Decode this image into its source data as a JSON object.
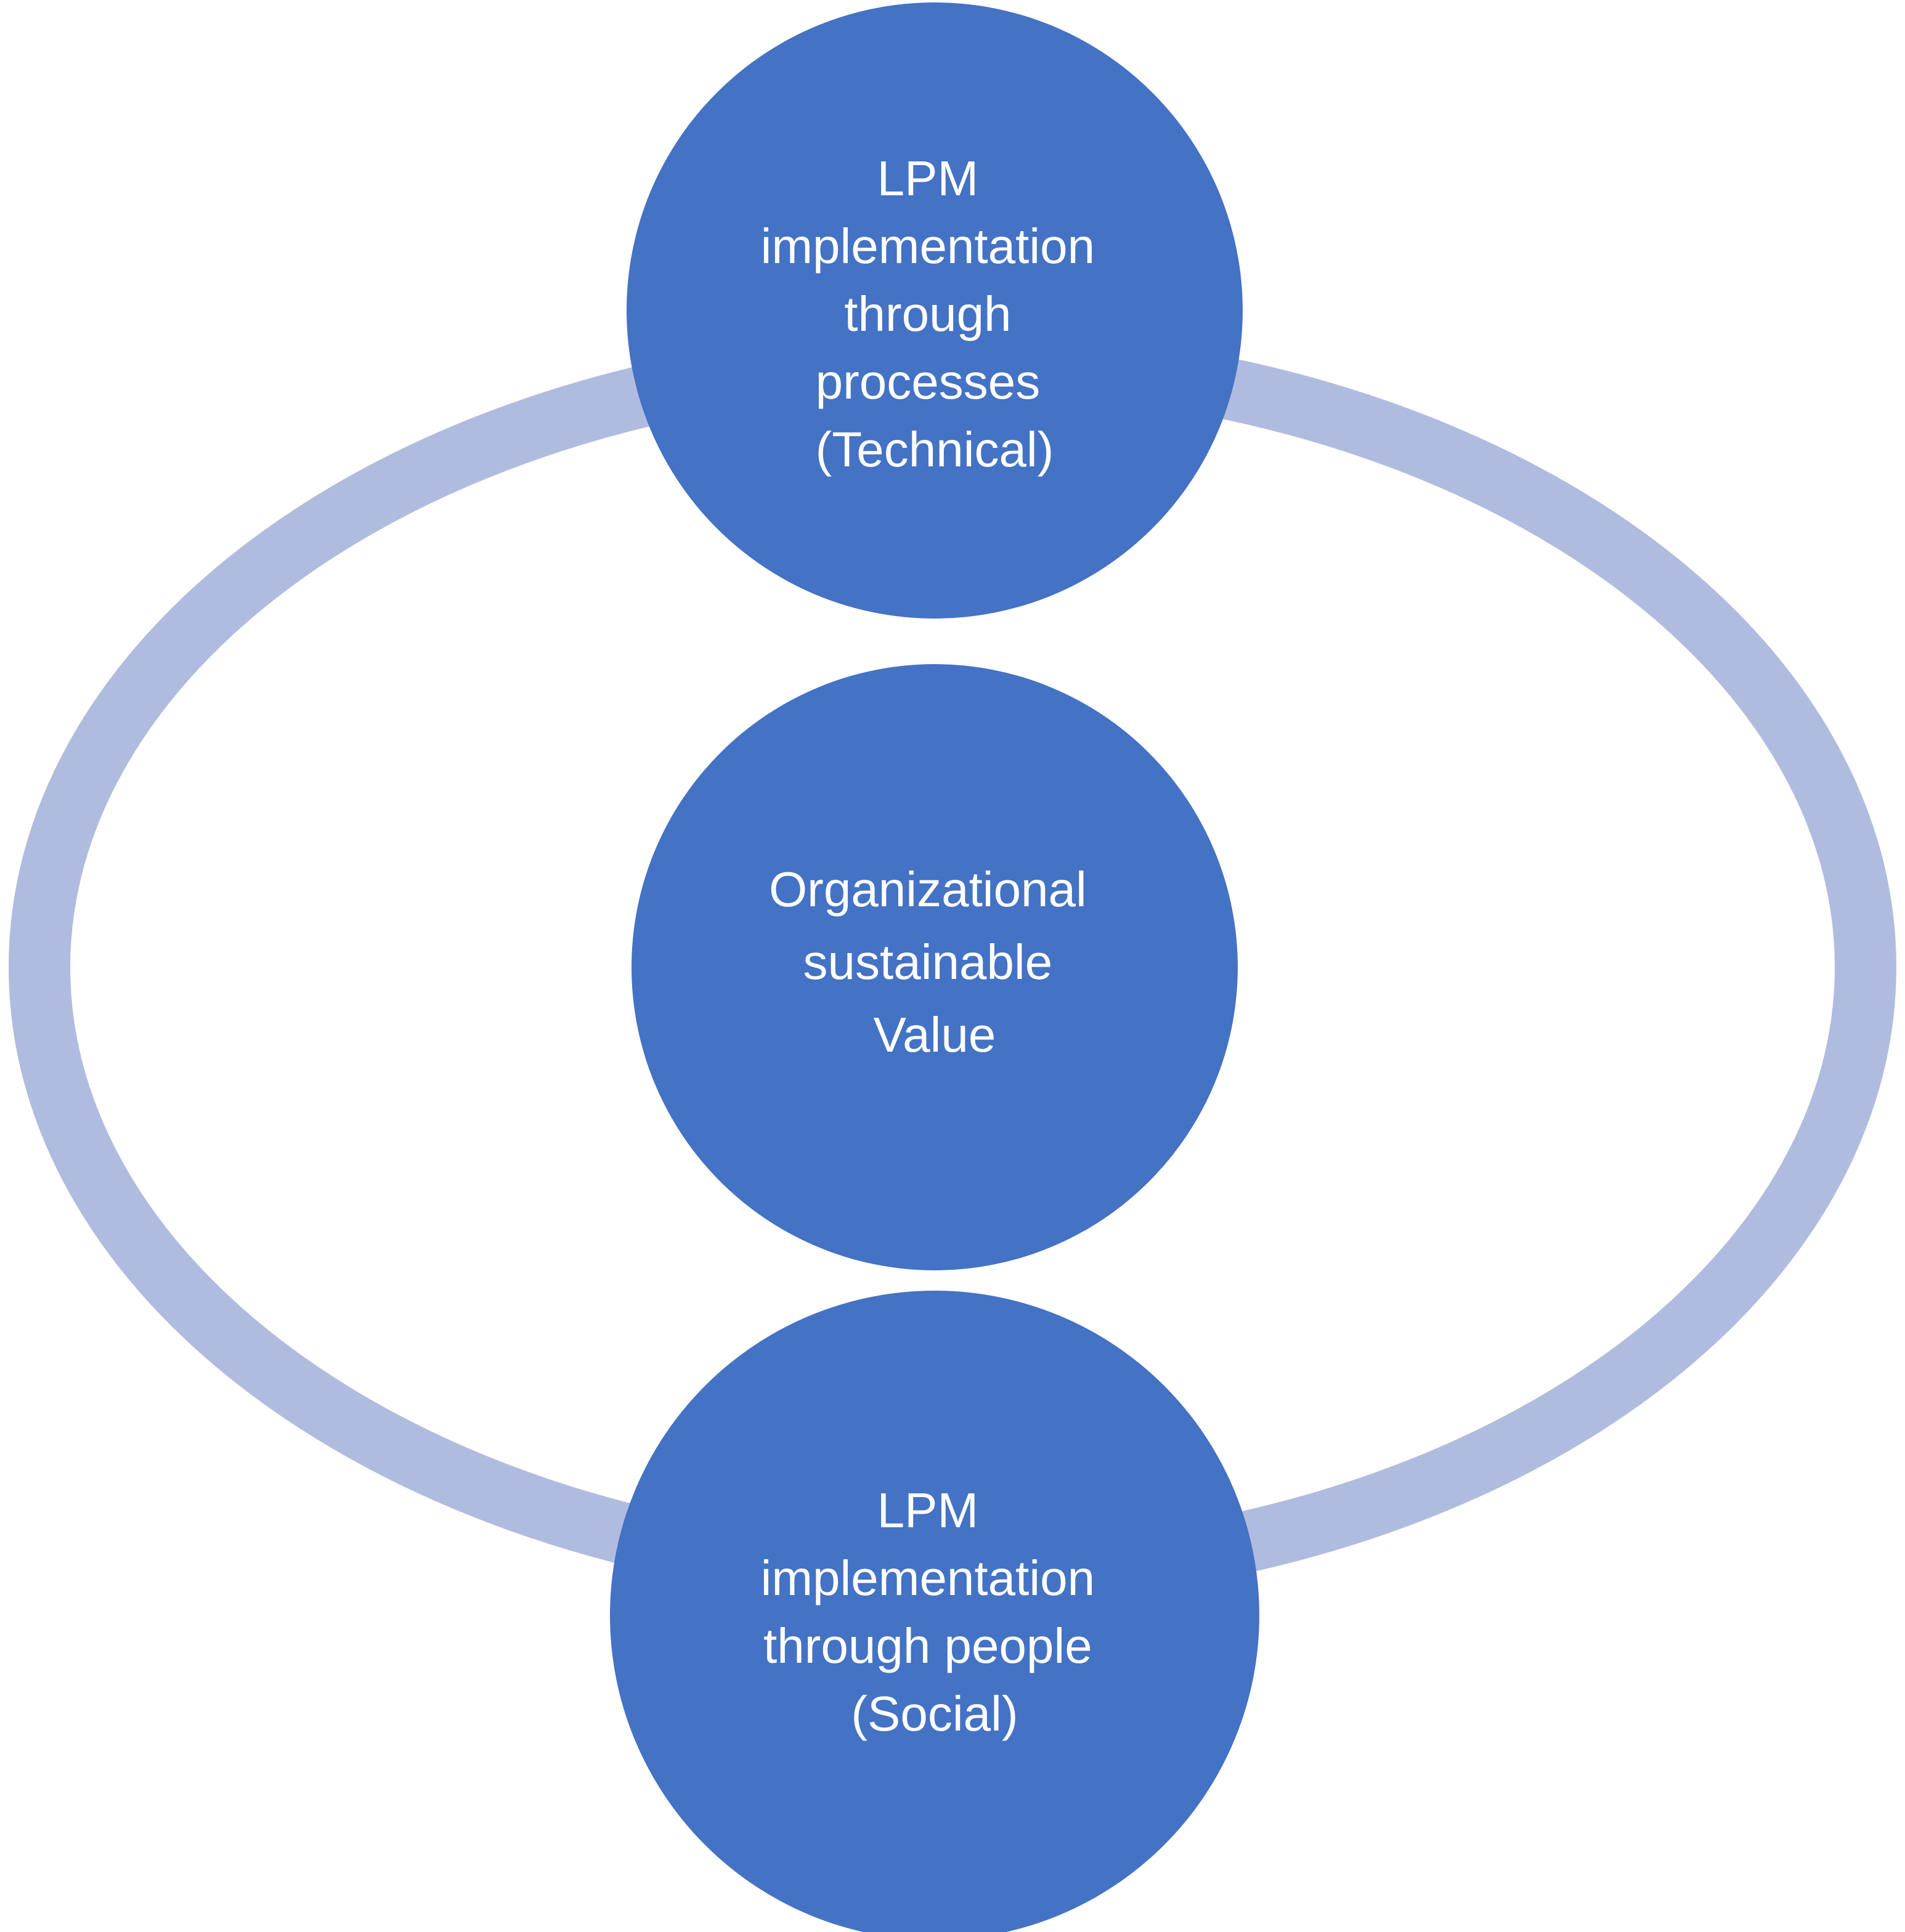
{
  "colors": {
    "background": "#ffffff",
    "ring": "#b0bcdf",
    "node_fill": "#4472c4",
    "node_text": "#ffffff"
  },
  "nodes": {
    "top": {
      "lines": [
        "LPM",
        "implementation",
        "through",
        "processes",
        "(Technical)"
      ]
    },
    "center": {
      "lines": [
        "Organizational",
        "sustainable",
        "Value"
      ]
    },
    "bottom": {
      "lines": [
        "LPM",
        "implementation",
        "through people",
        "(Social)"
      ]
    }
  }
}
